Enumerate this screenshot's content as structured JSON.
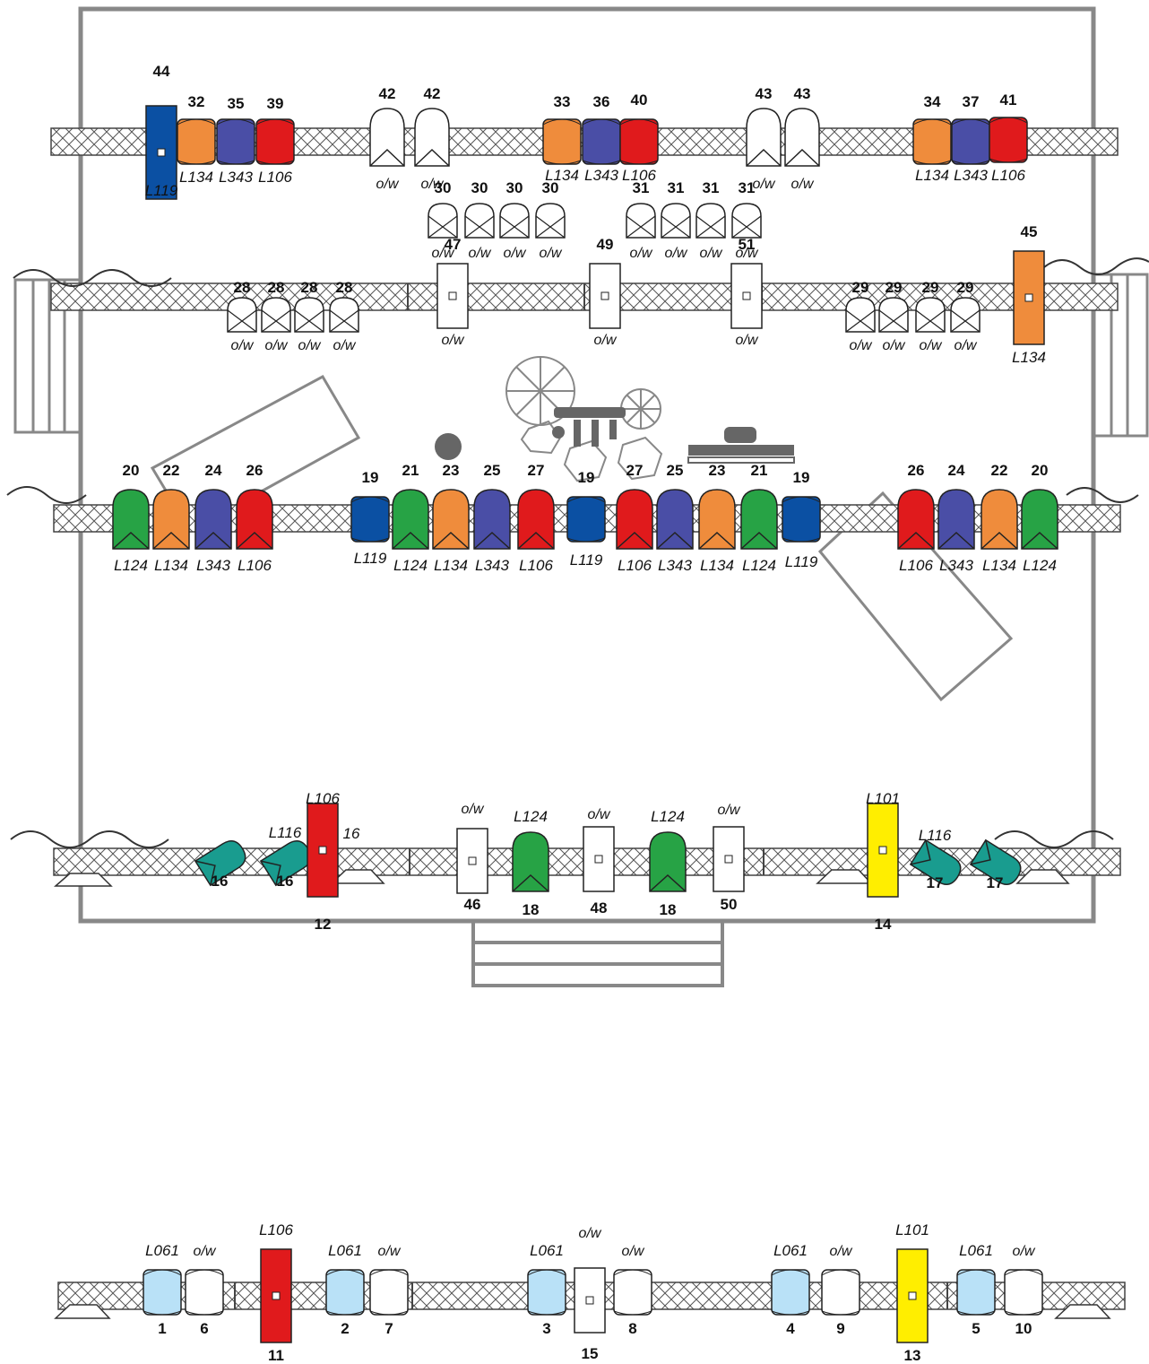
{
  "colors": {
    "L134": "#ef8c3c",
    "L343": "#4a4ea6",
    "L106": "#e01a1c",
    "L119": "#0b50a3",
    "L124": "#27a345",
    "L101": "#ffee00",
    "L116": "#199c8f",
    "L061": "#b9e1f7",
    "o/w": "#ffffff",
    "outline": "#888888"
  },
  "rows": [
    {
      "name": "back-truss",
      "fixtures": [
        {
          "num": "44",
          "label": "L119",
          "type": "L119",
          "shape": "tall"
        },
        {
          "num": "32",
          "label": "L134",
          "type": "L134",
          "shape": "par"
        },
        {
          "num": "35",
          "label": "L343",
          "type": "L343",
          "shape": "par"
        },
        {
          "num": "39",
          "label": "L106",
          "type": "L106",
          "shape": "par"
        },
        {
          "num": "42",
          "label": "o/w",
          "type": "o/w",
          "shape": "profile"
        },
        {
          "num": "42",
          "label": "o/w",
          "type": "o/w",
          "shape": "profile"
        },
        {
          "num": "33",
          "label": "L134",
          "type": "L134",
          "shape": "par"
        },
        {
          "num": "36",
          "label": "L343",
          "type": "L343",
          "shape": "par"
        },
        {
          "num": "40",
          "label": "L106",
          "type": "L106",
          "shape": "par"
        },
        {
          "num": "43",
          "label": "o/w",
          "type": "o/w",
          "shape": "profile"
        },
        {
          "num": "43",
          "label": "o/w",
          "type": "o/w",
          "shape": "profile"
        },
        {
          "num": "34",
          "label": "L134",
          "type": "L134",
          "shape": "par"
        },
        {
          "num": "37",
          "label": "L343",
          "type": "L343",
          "shape": "par"
        },
        {
          "num": "41",
          "label": "L106",
          "type": "L106",
          "shape": "par"
        }
      ]
    },
    {
      "name": "hanging-group",
      "fixtures": [
        {
          "num": "30",
          "label": "o/w",
          "type": "o/w",
          "shape": "xbox"
        },
        {
          "num": "30",
          "label": "o/w",
          "type": "o/w",
          "shape": "xbox"
        },
        {
          "num": "30",
          "label": "o/w",
          "type": "o/w",
          "shape": "xbox"
        },
        {
          "num": "30",
          "label": "o/w",
          "type": "o/w",
          "shape": "xbox"
        },
        {
          "num": "31",
          "label": "o/w",
          "type": "o/w",
          "shape": "xbox"
        },
        {
          "num": "31",
          "label": "o/w",
          "type": "o/w",
          "shape": "xbox"
        },
        {
          "num": "31",
          "label": "o/w",
          "type": "o/w",
          "shape": "xbox"
        },
        {
          "num": "31",
          "label": "o/w",
          "type": "o/w",
          "shape": "xbox"
        }
      ]
    },
    {
      "name": "mid-truss",
      "fixtures": [
        {
          "num": "28",
          "label": "o/w",
          "type": "o/w",
          "shape": "xbox"
        },
        {
          "num": "28",
          "label": "o/w",
          "type": "o/w",
          "shape": "xbox"
        },
        {
          "num": "28",
          "label": "o/w",
          "type": "o/w",
          "shape": "xbox"
        },
        {
          "num": "28",
          "label": "o/w",
          "type": "o/w",
          "shape": "xbox"
        },
        {
          "num": "47",
          "label": "o/w",
          "type": "o/w",
          "shape": "tall"
        },
        {
          "num": "49",
          "label": "o/w",
          "type": "o/w",
          "shape": "tall"
        },
        {
          "num": "51",
          "label": "o/w",
          "type": "o/w",
          "shape": "tall"
        },
        {
          "num": "29",
          "label": "o/w",
          "type": "o/w",
          "shape": "xbox"
        },
        {
          "num": "29",
          "label": "o/w",
          "type": "o/w",
          "shape": "xbox"
        },
        {
          "num": "29",
          "label": "o/w",
          "type": "o/w",
          "shape": "xbox"
        },
        {
          "num": "29",
          "label": "o/w",
          "type": "o/w",
          "shape": "xbox"
        },
        {
          "num": "45",
          "label": "L134",
          "type": "L134",
          "shape": "tall"
        }
      ]
    },
    {
      "name": "front-truss",
      "fixtures": [
        {
          "num": "20",
          "label": "L124",
          "type": "L124",
          "shape": "wash"
        },
        {
          "num": "22",
          "label": "L134",
          "type": "L134",
          "shape": "wash"
        },
        {
          "num": "24",
          "label": "L343",
          "type": "L343",
          "shape": "wash"
        },
        {
          "num": "26",
          "label": "L106",
          "type": "L106",
          "shape": "wash"
        },
        {
          "num": "19",
          "label": "L119",
          "type": "L119",
          "shape": "par"
        },
        {
          "num": "21",
          "label": "L124",
          "type": "L124",
          "shape": "wash"
        },
        {
          "num": "23",
          "label": "L134",
          "type": "L134",
          "shape": "wash"
        },
        {
          "num": "25",
          "label": "L343",
          "type": "L343",
          "shape": "wash"
        },
        {
          "num": "27",
          "label": "L106",
          "type": "L106",
          "shape": "wash"
        },
        {
          "num": "19",
          "label": "L119",
          "type": "L119",
          "shape": "par"
        },
        {
          "num": "27",
          "label": "L106",
          "type": "L106",
          "shape": "wash"
        },
        {
          "num": "25",
          "label": "L343",
          "type": "L343",
          "shape": "wash"
        },
        {
          "num": "23",
          "label": "L134",
          "type": "L134",
          "shape": "wash"
        },
        {
          "num": "21",
          "label": "L124",
          "type": "L124",
          "shape": "wash"
        },
        {
          "num": "19",
          "label": "L119",
          "type": "L119",
          "shape": "par"
        },
        {
          "num": "26",
          "label": "L106",
          "type": "L106",
          "shape": "wash"
        },
        {
          "num": "24",
          "label": "L343",
          "type": "L343",
          "shape": "wash"
        },
        {
          "num": "22",
          "label": "L134",
          "type": "L134",
          "shape": "wash"
        },
        {
          "num": "20",
          "label": "L124",
          "type": "L124",
          "shape": "wash"
        }
      ]
    },
    {
      "name": "downstage-truss",
      "fixtures": [
        {
          "num": "16",
          "label": "",
          "type": "L116",
          "shape": "tilt"
        },
        {
          "num": "16",
          "label": "L116",
          "type": "L116",
          "shape": "tilt"
        },
        {
          "num": "12",
          "label": "L106",
          "type": "L106",
          "shape": "tall"
        },
        {
          "num": "16",
          "label": "16",
          "type": "L116",
          "shape": "none"
        },
        {
          "num": "46",
          "label": "o/w",
          "type": "o/w",
          "shape": "tall"
        },
        {
          "num": "18",
          "label": "L124",
          "type": "L124",
          "shape": "wash"
        },
        {
          "num": "48",
          "label": "o/w",
          "type": "o/w",
          "shape": "tall"
        },
        {
          "num": "18",
          "label": "L124",
          "type": "L124",
          "shape": "wash"
        },
        {
          "num": "50",
          "label": "o/w",
          "type": "o/w",
          "shape": "tall"
        },
        {
          "num": "14",
          "label": "L101",
          "type": "L101",
          "shape": "tall"
        },
        {
          "num": "17",
          "label": "L116",
          "type": "L116",
          "shape": "tilt"
        },
        {
          "num": "17",
          "label": "",
          "type": "L116",
          "shape": "tilt"
        }
      ]
    },
    {
      "name": "front-of-house-truss",
      "fixtures": [
        {
          "num": "1",
          "label": "L061",
          "type": "L061",
          "shape": "par"
        },
        {
          "num": "6",
          "label": "o/w",
          "type": "o/w",
          "shape": "par"
        },
        {
          "num": "11",
          "label": "L106",
          "type": "L106",
          "shape": "tall"
        },
        {
          "num": "2",
          "label": "L061",
          "type": "L061",
          "shape": "par"
        },
        {
          "num": "7",
          "label": "o/w",
          "type": "o/w",
          "shape": "par"
        },
        {
          "num": "3",
          "label": "L061",
          "type": "L061",
          "shape": "par"
        },
        {
          "num": "15",
          "label": "o/w",
          "type": "o/w",
          "shape": "tall"
        },
        {
          "num": "8",
          "label": "o/w",
          "type": "o/w",
          "shape": "par"
        },
        {
          "num": "4",
          "label": "L061",
          "type": "L061",
          "shape": "par"
        },
        {
          "num": "9",
          "label": "o/w",
          "type": "o/w",
          "shape": "par"
        },
        {
          "num": "13",
          "label": "L101",
          "type": "L101",
          "shape": "tall"
        },
        {
          "num": "5",
          "label": "L061",
          "type": "L061",
          "shape": "par"
        },
        {
          "num": "10",
          "label": "o/w",
          "type": "o/w",
          "shape": "par"
        }
      ]
    }
  ]
}
